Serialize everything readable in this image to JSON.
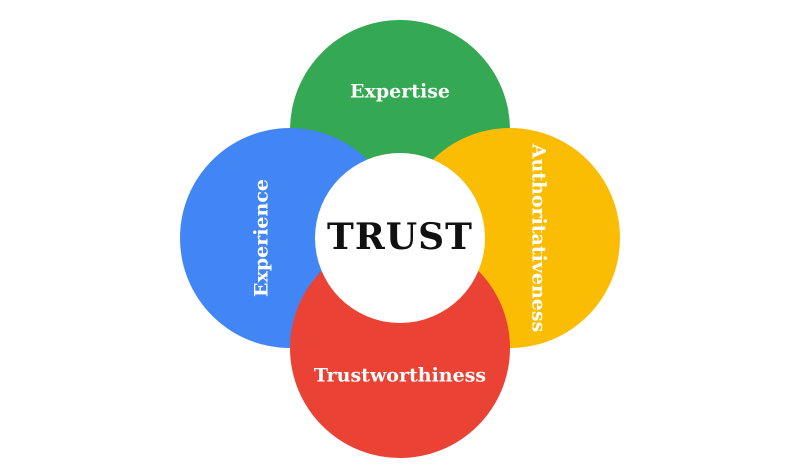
{
  "center": {
    "label": "TRUST",
    "color": "#ffffff",
    "text_color": "#111111"
  },
  "petals": {
    "top": {
      "label": "Expertise",
      "color": "#34A853"
    },
    "right": {
      "label": "Authoritativeness",
      "color": "#FBBC04"
    },
    "left": {
      "label": "Experience",
      "color": "#4285F4"
    },
    "bottom": {
      "label": "Trustworthiness",
      "color": "#EA4335"
    }
  }
}
